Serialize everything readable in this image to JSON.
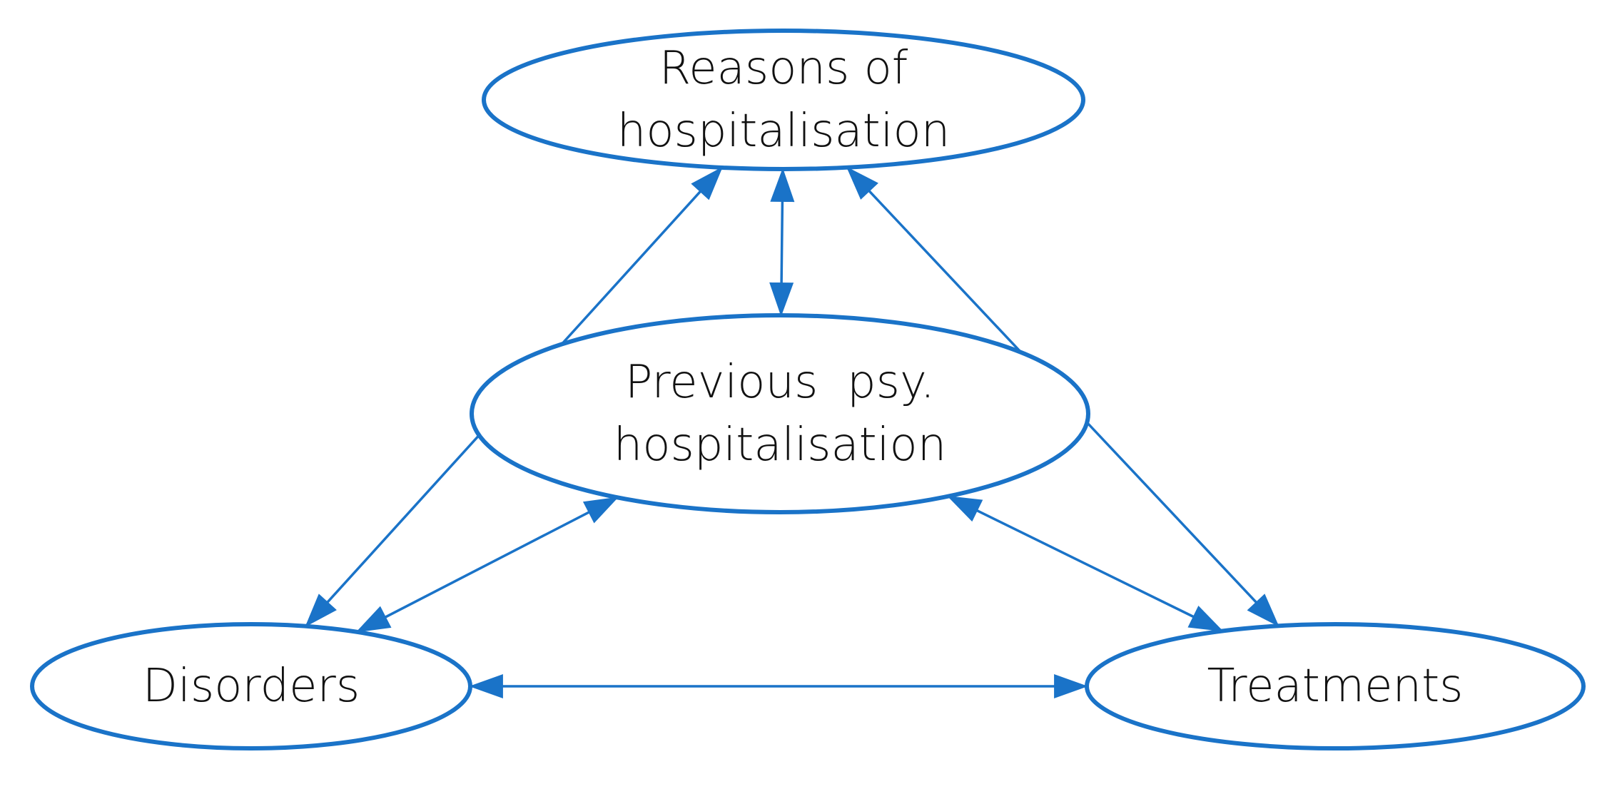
{
  "diagram": {
    "accent_color": "#1a73c8",
    "text_color": "#111111",
    "nodes": [
      {
        "id": "reasons",
        "lines": [
          "Reasons of",
          "hospitalisation"
        ]
      },
      {
        "id": "previous",
        "lines": [
          "Previous  psy.",
          "hospitalisation"
        ]
      },
      {
        "id": "disorders",
        "lines": [
          "Disorders"
        ]
      },
      {
        "id": "treatments",
        "lines": [
          "Treatments"
        ]
      }
    ],
    "edges": [
      {
        "from": "reasons",
        "to": "previous",
        "direction": "both"
      },
      {
        "from": "reasons",
        "to": "disorders",
        "direction": "both"
      },
      {
        "from": "reasons",
        "to": "treatments",
        "direction": "both"
      },
      {
        "from": "previous",
        "to": "disorders",
        "direction": "both"
      },
      {
        "from": "previous",
        "to": "treatments",
        "direction": "both"
      },
      {
        "from": "disorders",
        "to": "treatments",
        "direction": "both"
      }
    ]
  }
}
